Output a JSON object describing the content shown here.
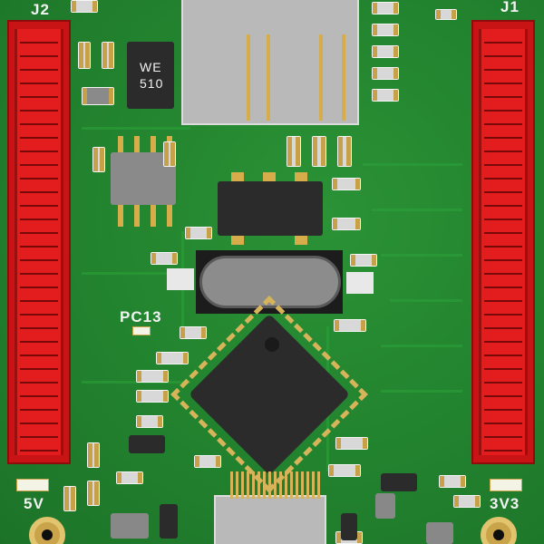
{
  "labels": {
    "j2": "J2",
    "j1": "J1",
    "pc13": "PC13",
    "v5": "5V",
    "v33": "3V3"
  },
  "components": {
    "inductor_line1": "WE",
    "inductor_line2": "510"
  },
  "colors": {
    "pcb": "#23852f",
    "header": "#c81414",
    "silkscreen": "#f2f2f2",
    "ic_body": "#2b2b2b",
    "pad_gold": "#d6ad4a"
  }
}
